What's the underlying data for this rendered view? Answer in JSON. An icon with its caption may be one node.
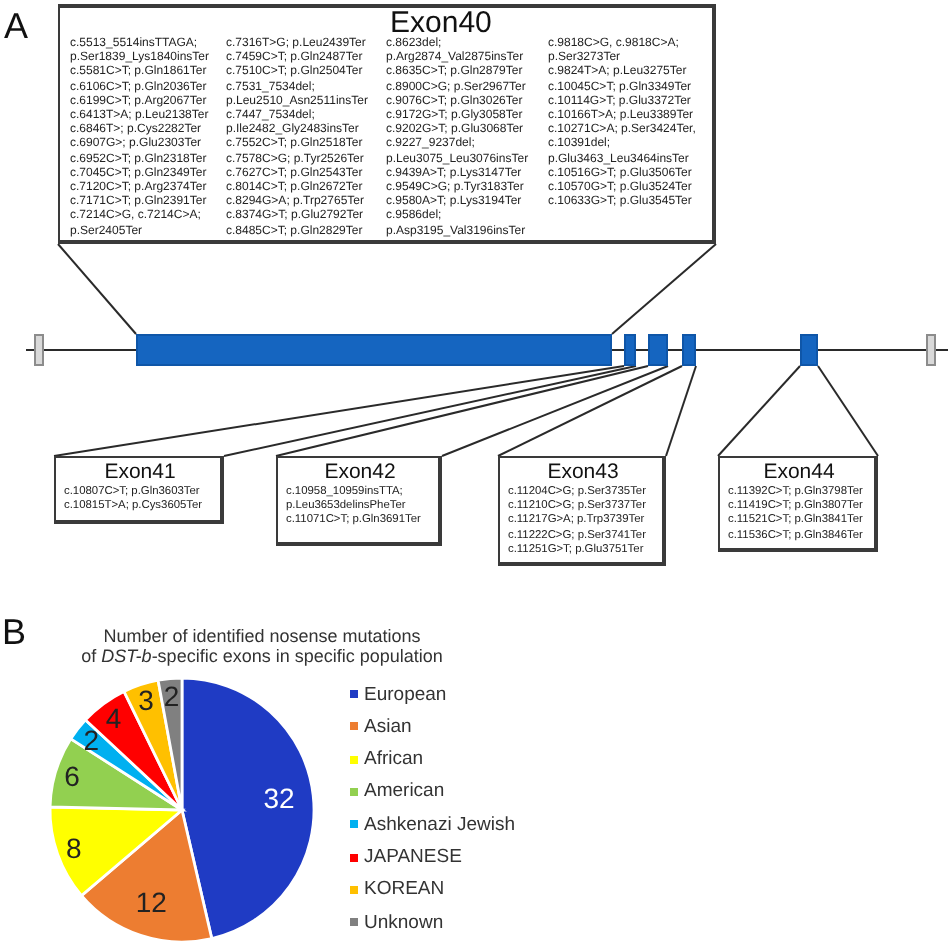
{
  "diagram": {
    "nodes": [
      {
        "text": [
          "Exon40",
          "c.5513_5514insTTAGA; p.Ser1839_Lys1840insTer",
          "c.5581C>T; p.Gln1861Ter",
          "c.6106C>T; p.Gln2036Ter",
          "c.6199C>T; p.Arg2067Ter",
          "c.6413T>A; p.Leu2138Ter",
          "c.6846T>; p.Cys2282Ter",
          "c.6907G>; p.Glu2303Ter",
          "c.6952C>T; p.Gln2318Ter",
          "c.7045C>T; p.Gln2349Ter",
          "c.7120C>T; p.Arg2374Ter",
          "c.7171C>T; p.Gln2391Ter",
          "c.7214C>G, c.7214C>A; p.Ser2405Ter",
          "c.7316T>G; p.Leu2439Ter",
          "c.7459C>T; p.Gln2487Ter",
          "c.7510C>T; p.Gln2504Ter",
          "c.7531_7534del; p.Leu2510_Asn2511insTer",
          "c.7447_7534del; p.Ile2482_Gly2483insTer",
          "c.7552C>T; p.Gln2518Ter",
          "c.7578C>G; p.Tyr2526Ter",
          "c.7627C>T; p.Gln2543Ter",
          "c.8014C>T; p.Gln2672Ter",
          "c.8294G>A; p.Trp2765Ter",
          "c.8374G>T; p.Glu2792Ter",
          "c.8485C>T; p.Gln2829Ter",
          "c.8623del; p.Arg2874_Val2875insTer",
          "c.8635C>T; p.Gln2879Ter",
          "c.8900C>G; p.Ser2967Ter",
          "c.9076C>T; p.Gln3026Ter",
          "c.9172G>T; p.Gly3058Ter",
          "c.9202G>T; p.Glu3068Ter",
          "c.9227_9237del; p.Leu3075_Leu3076insTer",
          "c.9439A>T; p.Lys3147Ter",
          "c.9549C>G; p.Tyr3183Ter",
          "c.9580A>T; p.Lys3194Ter",
          "c.9586del; p.Asp3195_Val3196insTer",
          "c.9818C>G, c.9818C>A; p.Ser3273Ter",
          "c.9824T>A; p.Leu3275Ter",
          "c.10045C>T; p.Gln3349Ter",
          "c.10114G>T; p.Glu3372Ter",
          "c.10166T>A; p.Leu3389Ter",
          "c.10271C>A; p.Ser3424Ter,",
          "c.10391del; p.Glu3463_Leu3464insTer",
          "c.10516G>T; p.Glu3506Ter",
          "c.10570G>T; p.Glu3524Ter",
          "c.10633G>T; p.Glu3545Ter"
        ]
      },
      {
        "text": [],
        "shape": "box"
      },
      {
        "text": [],
        "shape": "bar"
      },
      {
        "text": [],
        "shape": "bar"
      },
      {
        "text": [],
        "shape": "bar"
      },
      {
        "text": [],
        "shape": "bar"
      },
      {
        "text": [],
        "shape": "bar"
      },
      {
        "text": [],
        "shape": "box"
      },
      {
        "text": [
          "Exon41",
          "c.10807C>T; p.Gln3603Ter",
          "c.10815T>A; p.Cys3605Ter"
        ]
      },
      {
        "text": [
          "Exon42",
          "c.10958_10959insTTA; p.Leu3653delinsPheTer",
          "c.11071C>T; p.Gln3691Ter"
        ]
      },
      {
        "text": [
          "Exon43",
          "c.11204C>G; p.Ser3735Ter",
          "c.11210C>G; p.Ser3737Ter",
          "c.11217G>A; p.Trp3739Ter",
          "c.11222C>G; p.Ser3741Ter",
          "c.11251G>T; p.Glu3751Ter"
        ]
      },
      {
        "text": [
          "Exon44",
          "c.11392C>T; p.Gln3798Ter",
          "c.11419C>T; p.Gln3807Ter",
          "c.11521C>T; p.Gln3841Ter",
          "c.11536C>T; p.Gln3846Ter"
        ]
      }
    ],
    "edges": [
      {
        "from": 0,
        "to": 2,
        "arrow": "none"
      },
      {
        "from": 0,
        "to": 2,
        "arrow": "none"
      },
      {
        "from": 8,
        "to": 3,
        "arrow": "none"
      },
      {
        "from": 8,
        "to": 3,
        "arrow": "none"
      },
      {
        "from": 9,
        "to": 4,
        "arrow": "none"
      },
      {
        "from": 9,
        "to": 4,
        "arrow": "none"
      },
      {
        "from": 10,
        "to": 5,
        "arrow": "none"
      },
      {
        "from": 10,
        "to": 5,
        "arrow": "none"
      },
      {
        "from": 11,
        "to": 6,
        "arrow": "none"
      },
      {
        "from": 11,
        "to": 6,
        "arrow": "none"
      },
      {
        "from": null,
        "to": 1,
        "arrow": "none"
      },
      {
        "from": 1,
        "to": 2,
        "arrow": "none"
      },
      {
        "from": 2,
        "to": 3,
        "arrow": "none"
      },
      {
        "from": 3,
        "to": 4,
        "arrow": "none"
      },
      {
        "from": 4,
        "to": 5,
        "arrow": "none"
      },
      {
        "from": 5,
        "to": 6,
        "arrow": "none"
      },
      {
        "from": 6,
        "to": 7,
        "arrow": "none"
      },
      {
        "from": 7,
        "to": null,
        "arrow": "none"
      }
    ],
    "labels": [
      "A",
      "B"
    ],
    "legend": [
      {
        "text": "European",
        "color": "#1f3bc4"
      },
      {
        "text": "Asian",
        "color": "#ed7d31"
      },
      {
        "text": "African",
        "color": "#ffff00"
      },
      {
        "text": "American",
        "color": "#92d050"
      },
      {
        "text": "Ashkenazi Jewish",
        "color": "#00b0f0"
      },
      {
        "text": "JAPANESE",
        "color": "#ff0000"
      },
      {
        "text": "KOREAN",
        "color": "#ffc000"
      },
      {
        "text": "Unknown",
        "color": "#808080"
      }
    ],
    "chart_data": {
      "type": "pie",
      "title": "Number of identified nosense mutations of *DST-b*-specific exons in specific population",
      "values": [
        32,
        12,
        8,
        6,
        2,
        4,
        3,
        2
      ],
      "data_labels": true
    }
  }
}
